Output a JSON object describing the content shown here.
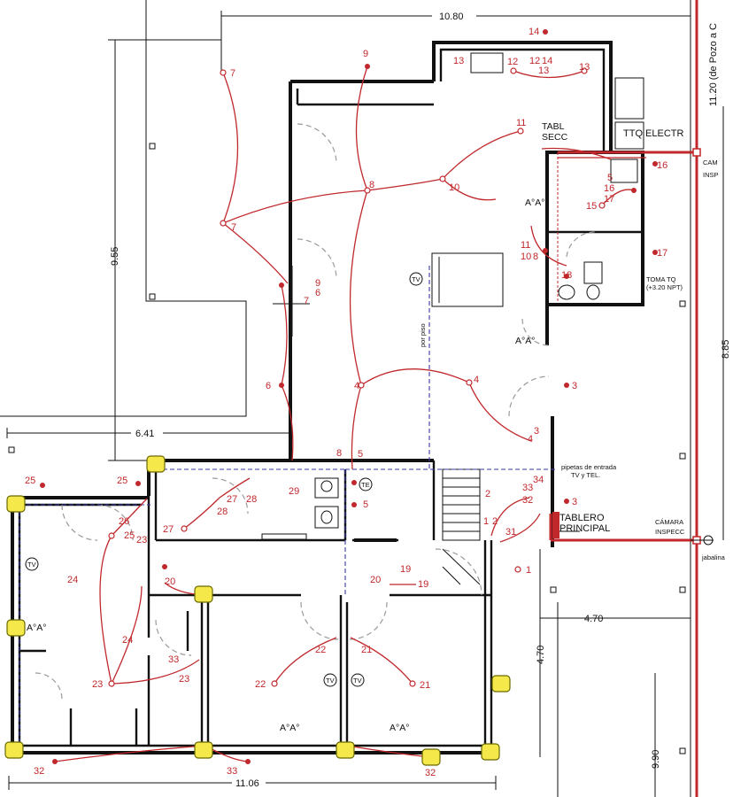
{
  "dimensions": {
    "top_width": "10.80",
    "left_height": "9.55",
    "right_top_height": "8.85",
    "right_bottom_height": "9.90",
    "left_wing_width": "6.41",
    "bottom_width": "11.06",
    "stair_height": "4.70",
    "right_offset_width": "4.70",
    "pipe_run": "11.20 (de Pozo a C"
  },
  "labels": {
    "tabl_secc_1": "TABL",
    "tabl_secc_2": "SECC",
    "ttq_electr": "TTQ ELECTR",
    "toma_tq_1": "TOMA TQ",
    "toma_tq_2": "(+3.20 NPT)",
    "tablero_1": "TABLERO",
    "tablero_2": "PRINCIPAL",
    "cam_insp_1": "CAM",
    "cam_insp_2": "INSP",
    "camara_1": "CÁMARA",
    "camara_2": "INSPECC",
    "jabalina": "jabalina",
    "por_piso": "por piso",
    "pipetas_1": "pipetas de entrada",
    "pipetas_2": "TV y TEL.",
    "aaa": "A°A°"
  },
  "circuits": {
    "c1": "1",
    "c2": "2",
    "c3": "3",
    "c4": "4",
    "c5": "5",
    "c6": "6",
    "c7": "7",
    "c8": "8",
    "c9": "9",
    "c10": "10",
    "c11": "11",
    "c12": "12",
    "c13": "13",
    "c14": "14",
    "c15": "15",
    "c16": "16",
    "c17": "17",
    "c18": "18",
    "c19": "19",
    "c20": "20",
    "c21": "21",
    "c22": "22",
    "c23": "23",
    "c24": "24",
    "c25": "25",
    "c26": "26",
    "c27": "27",
    "c28": "28",
    "c29": "29",
    "c31": "31",
    "c32": "32",
    "c33": "33",
    "c34": "34"
  },
  "symbols": {
    "tv": "TV",
    "tel": "TE"
  },
  "colors": {
    "wiring": "#c0282c",
    "walls": "#111111",
    "swing": "#9a9a9a",
    "conduit_dashed": "#3a3aa8",
    "lamp_fill": "#f4e84a"
  }
}
